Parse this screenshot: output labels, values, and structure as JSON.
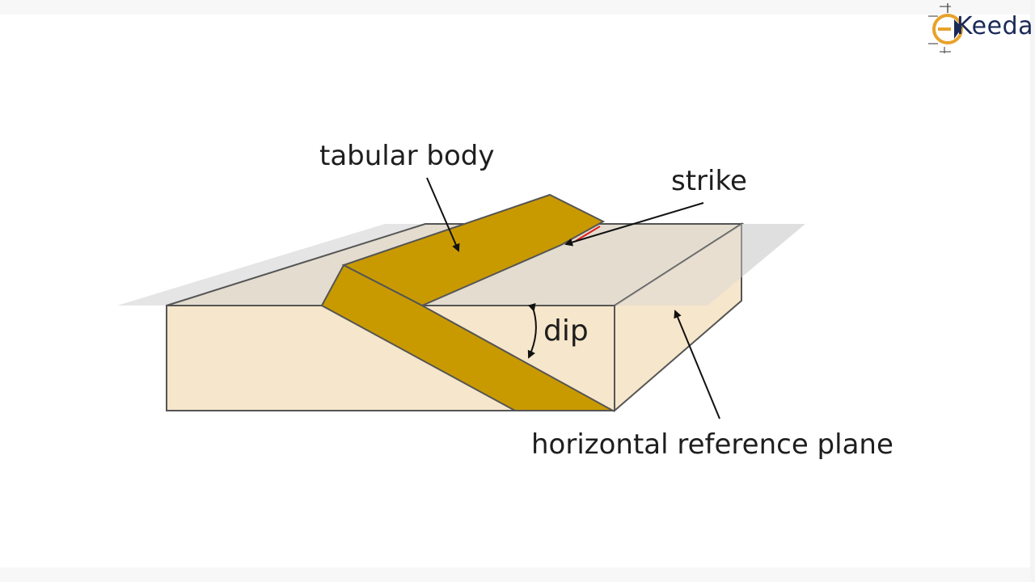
{
  "diagram": {
    "labels": {
      "tabular_body": "tabular body",
      "strike": "strike",
      "dip": "dip",
      "horizontal_reference_plane": "horizontal reference plane"
    }
  },
  "logo": {
    "text": "Keeda",
    "colors": {
      "ring": "#e8a22a",
      "text": "#1b2a57"
    }
  },
  "colors": {
    "block_face": "#f6e6cb",
    "block_top": "#e3dccf",
    "tabular_body": "#c99a00",
    "outline": "#555555",
    "plane": "#cfcfcf",
    "strike_mark": "#e01b1b"
  }
}
